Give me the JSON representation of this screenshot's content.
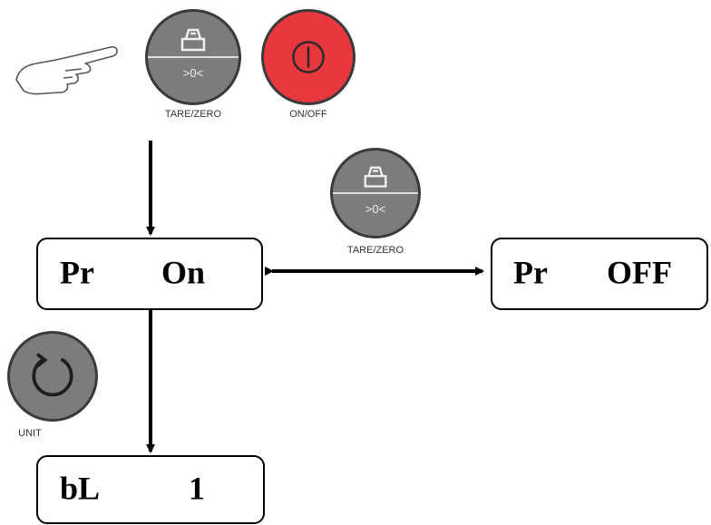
{
  "keys": {
    "tare_zero_top": {
      "caption": "TARE/ZERO",
      "zero_symbol": ">0<",
      "icon": "scale-weight-icon"
    },
    "on_off": {
      "caption": "ON/OFF",
      "icon": "power-icon",
      "color": "#e8373f"
    },
    "tare_zero_mid": {
      "caption": "TARE/ZERO",
      "zero_symbol": ">0<",
      "icon": "scale-weight-icon"
    },
    "unit": {
      "caption": "UNIT",
      "icon": "circular-arrow-icon"
    }
  },
  "hand_icon": "pointing-hand-icon",
  "displays": {
    "pr_on": {
      "left": "Pr",
      "right": "On"
    },
    "pr_off": {
      "left": "Pr",
      "right": "OFF"
    },
    "bl_1": {
      "left": "bL",
      "right": "1"
    }
  }
}
